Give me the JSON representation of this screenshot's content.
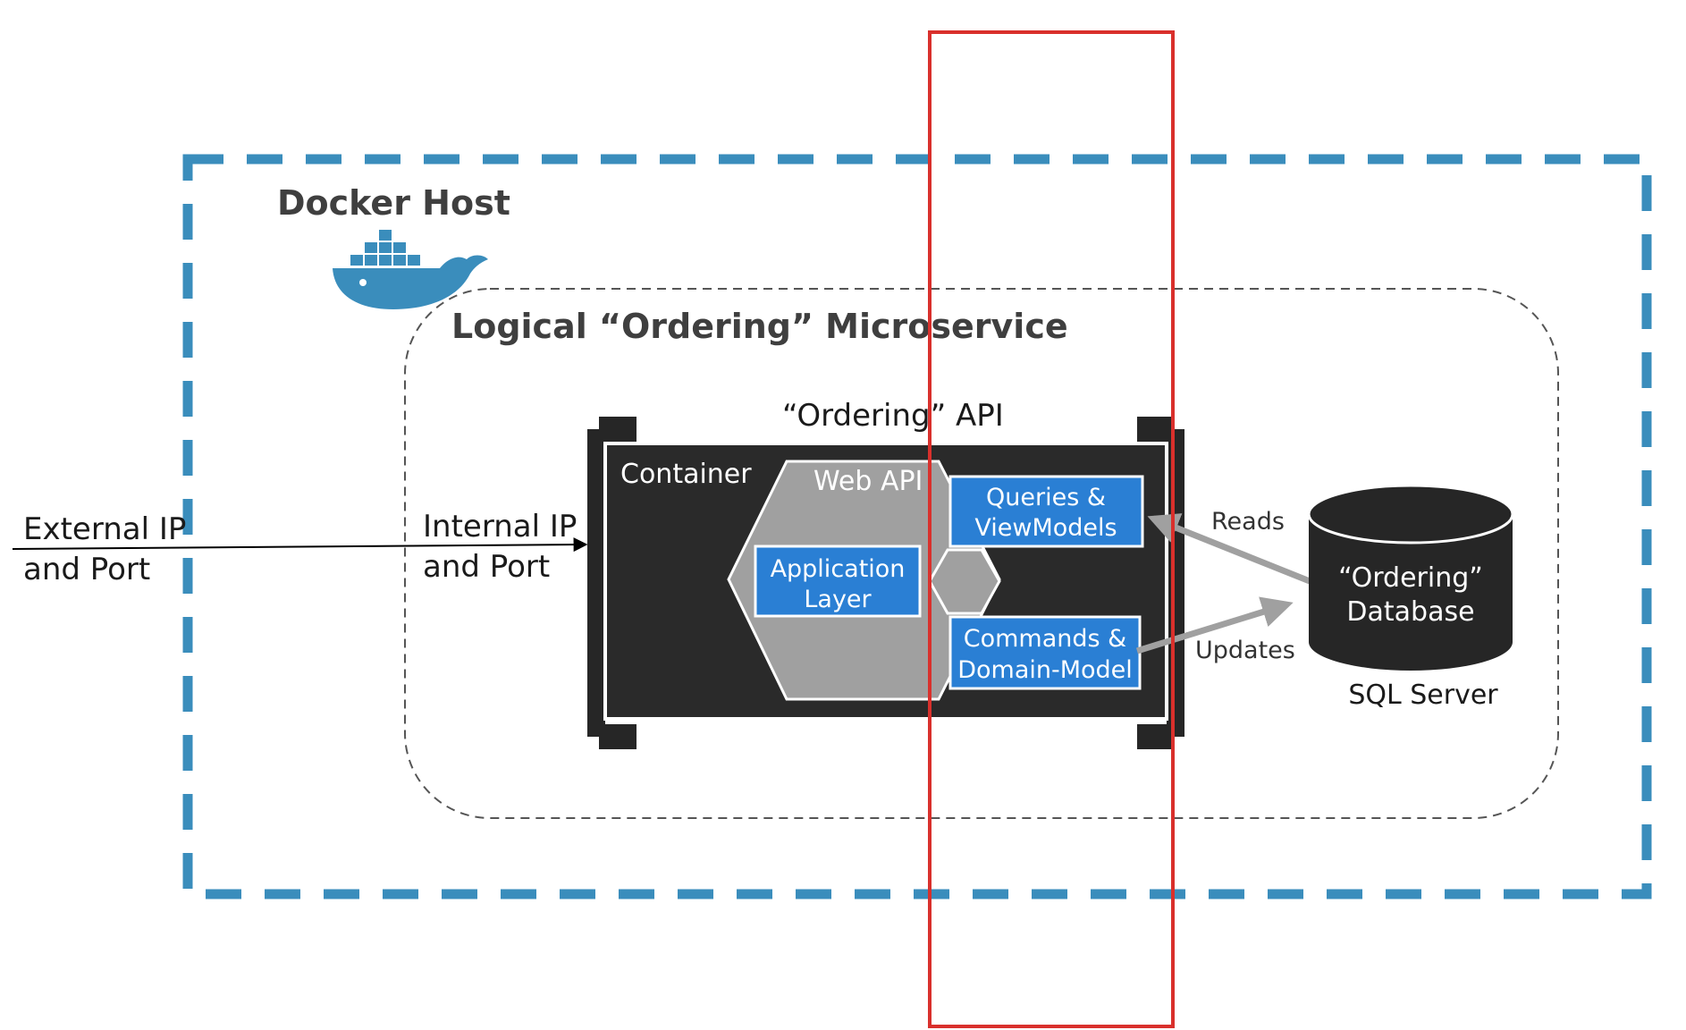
{
  "docker_host": {
    "title": "Docker Host",
    "icon": "docker-whale-icon",
    "border_color": "#3a8dbc"
  },
  "microservice": {
    "title": "Logical “Ordering” Microservice"
  },
  "api": {
    "title": "“Ordering” API"
  },
  "container": {
    "label": "Container",
    "web_api_label": "Web API",
    "application_layer": [
      "Application",
      "Layer"
    ],
    "queries": [
      "Queries &",
      "ViewModels"
    ],
    "commands": [
      "Commands &",
      "Domain-Model"
    ],
    "box_color": "#2a7fd4",
    "hexagon_color": "#a0a0a0"
  },
  "external": {
    "line1": "External IP",
    "line2": "and Port"
  },
  "internal": {
    "line1": "Internal IP",
    "line2": "and Port"
  },
  "database": {
    "line1": "“Ordering”",
    "line2": "Database",
    "server": "SQL Server"
  },
  "arrows": {
    "reads": "Reads",
    "updates": "Updates"
  },
  "highlight": {
    "color": "#d9302c"
  }
}
